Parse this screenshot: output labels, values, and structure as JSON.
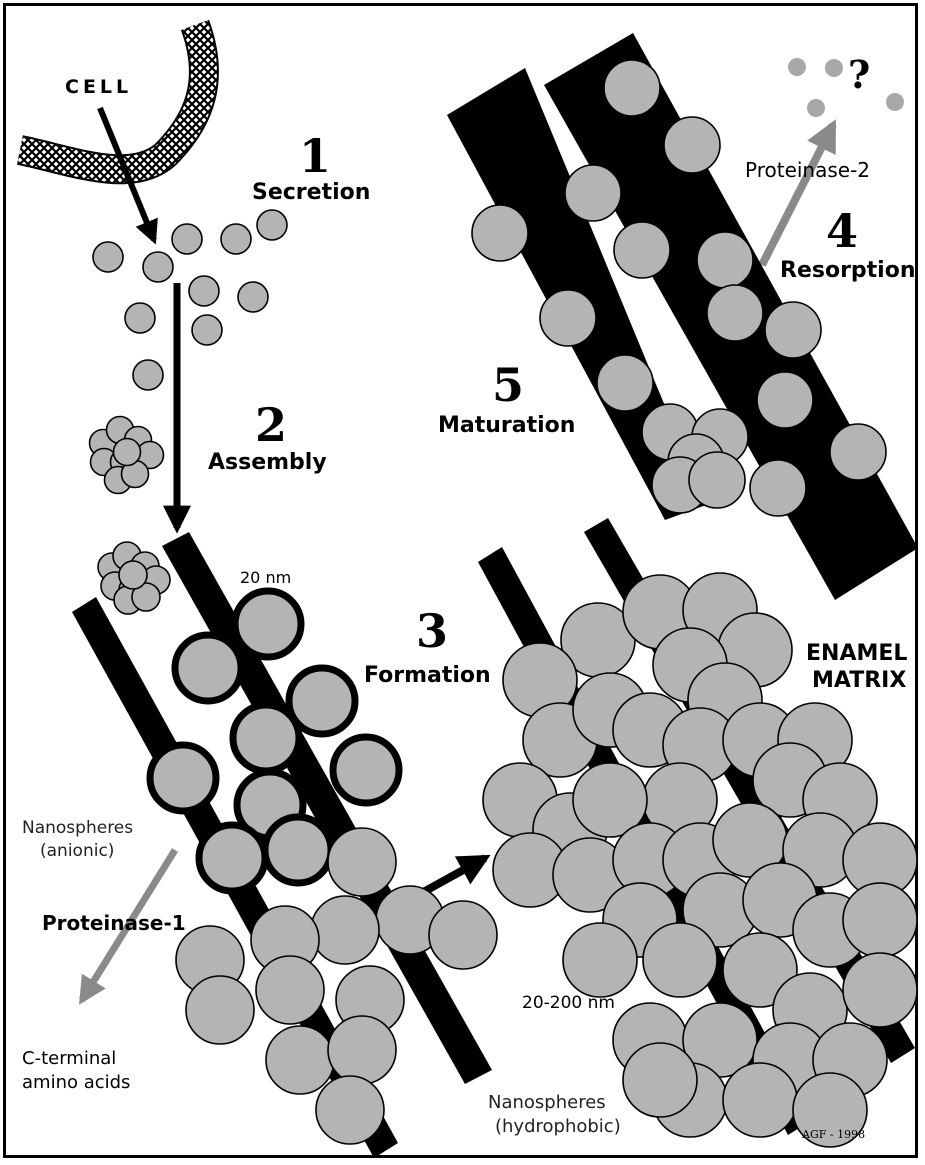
{
  "labels": {
    "cell": "CELL",
    "step1_num": "1",
    "step1_text": "Secretion",
    "step2_num": "2",
    "step2_text": "Assembly",
    "step3_num": "3",
    "step3_text": "Formation",
    "step4_num": "4",
    "step4_text": "Resorption",
    "step5_num": "5",
    "step5_text": "Maturation",
    "proteinase2": "Proteinase-2",
    "question": "?",
    "size_20": "20 nm",
    "enamel_1": "ENAMEL",
    "enamel_2": "MATRIX",
    "nano_anionic_1": "Nanospheres",
    "nano_anionic_2": "(anionic)",
    "proteinase1": "Proteinase-1",
    "cterm_1": "C-terminal",
    "cterm_2": "amino acids",
    "size_200": "20-200 nm",
    "nano_hydro_1": "Nanospheres",
    "nano_hydro_2": "(hydrophobic)",
    "credit": "AGF - 1998"
  },
  "colors": {
    "sphere_fill": "#b4b4b4",
    "ribbon": "#000000",
    "enzyme_arrow": "#8a8a8a"
  }
}
